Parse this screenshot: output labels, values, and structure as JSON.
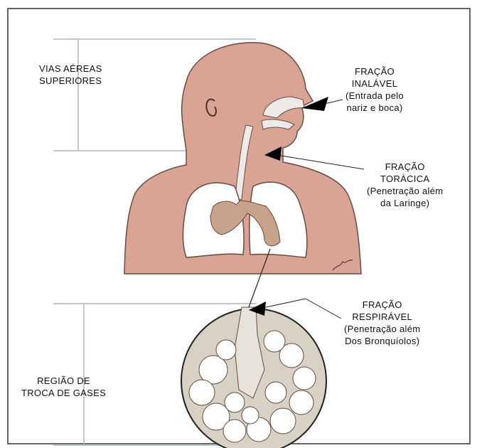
{
  "colors": {
    "skin": "#d9a493",
    "skin_outline": "#6a4a40",
    "lung_fill": "#ffffff",
    "airway": "#ecebe8",
    "bronchi": "#c9a28c",
    "alveoli_bg": "#d8d2c4",
    "line": "#222222",
    "dimension_line": "#a8b8c0",
    "arrow": "#000000"
  },
  "labels": {
    "upper_airways": {
      "line1": "VIAS AÉREAS",
      "line2": "SUPERIORES"
    },
    "gas_exchange": {
      "line1": "REGIÃO DE",
      "line2": "TROCA DE GASES"
    },
    "inhalable": {
      "line1": "FRAÇÃO",
      "line2": "INALÁVEL",
      "line3": "(Entrada pelo",
      "line4": "nariz e boca)"
    },
    "thoracic": {
      "line1": "FRAÇÃO",
      "line2": "TORÁCICA",
      "line3": "(Penetração além",
      "line4": "da Laringe)"
    },
    "respirable": {
      "line1": "FRAÇÃO",
      "line2": "RESPIRÁVEL",
      "line3": "(Penetração além",
      "line4": "Dos Bronquíolos)"
    }
  },
  "icons": [
    "human-torso-illustration",
    "alveoli-magnified-illustration",
    "arrow-icon"
  ]
}
